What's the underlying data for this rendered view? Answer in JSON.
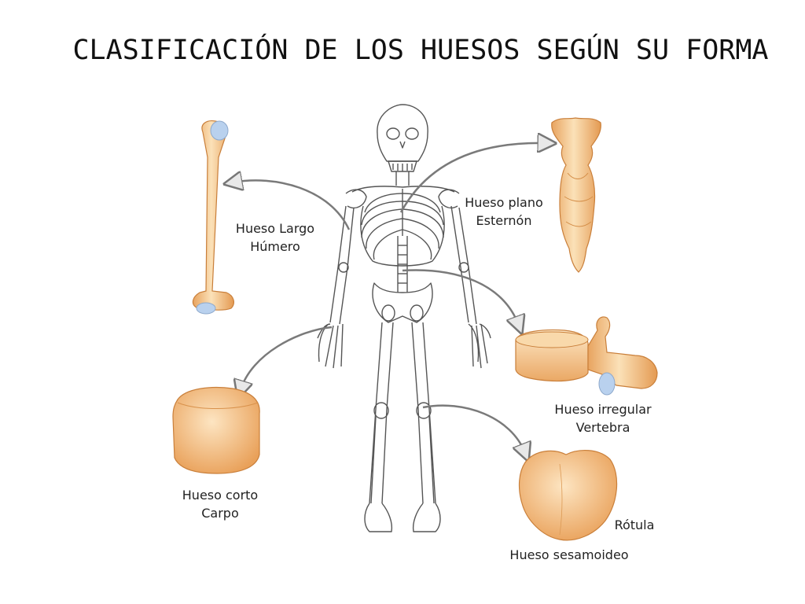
{
  "title": "CLASIFICACIÓN DE LOS HUESOS SEGÚN SU FORMA",
  "bones": {
    "largo": {
      "type": "Hueso Largo",
      "example": "Húmero"
    },
    "plano": {
      "type": "Hueso plano",
      "example": "Esternón"
    },
    "irregular": {
      "type": "Hueso irregular",
      "example": "Vertebra"
    },
    "corto": {
      "type": "Hueso corto",
      "example": "Carpo"
    },
    "sesamoideo": {
      "type": "Hueso sesamoideo",
      "example": "Rótula"
    }
  },
  "colors": {
    "bone": "#f6c98e",
    "bone_shade": "#e4a25a",
    "cartilage": "#bcd4ee",
    "arrow": "#8a8a8a"
  }
}
